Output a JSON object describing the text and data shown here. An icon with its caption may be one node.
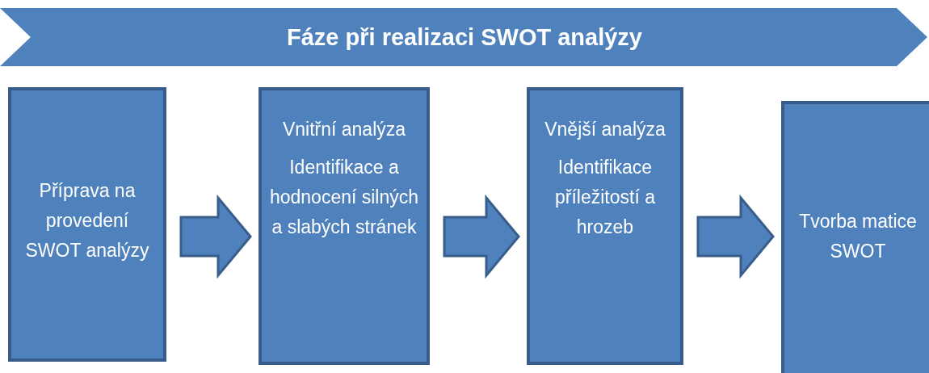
{
  "diagram": {
    "title": "Fáze při realizaci SWOT analýzy",
    "nodes": [
      {
        "text": [
          "Příprava na provedení SWOT analýzy"
        ]
      },
      {
        "text": [
          "Vnitřní analýza",
          "Identifikace a hodnocení silných a slabých stránek"
        ]
      },
      {
        "text": [
          "Vnější analýza",
          "Identifikace příležitostí a hrozeb"
        ]
      },
      {
        "text": [
          "Tvorba matice SWOT"
        ]
      }
    ],
    "edges": [
      {
        "from": 0,
        "to": 1,
        "arrow": "to",
        "style": "thick"
      },
      {
        "from": 1,
        "to": 2,
        "arrow": "to",
        "style": "thick"
      },
      {
        "from": 2,
        "to": 3,
        "arrow": "to",
        "style": "thick"
      }
    ]
  }
}
